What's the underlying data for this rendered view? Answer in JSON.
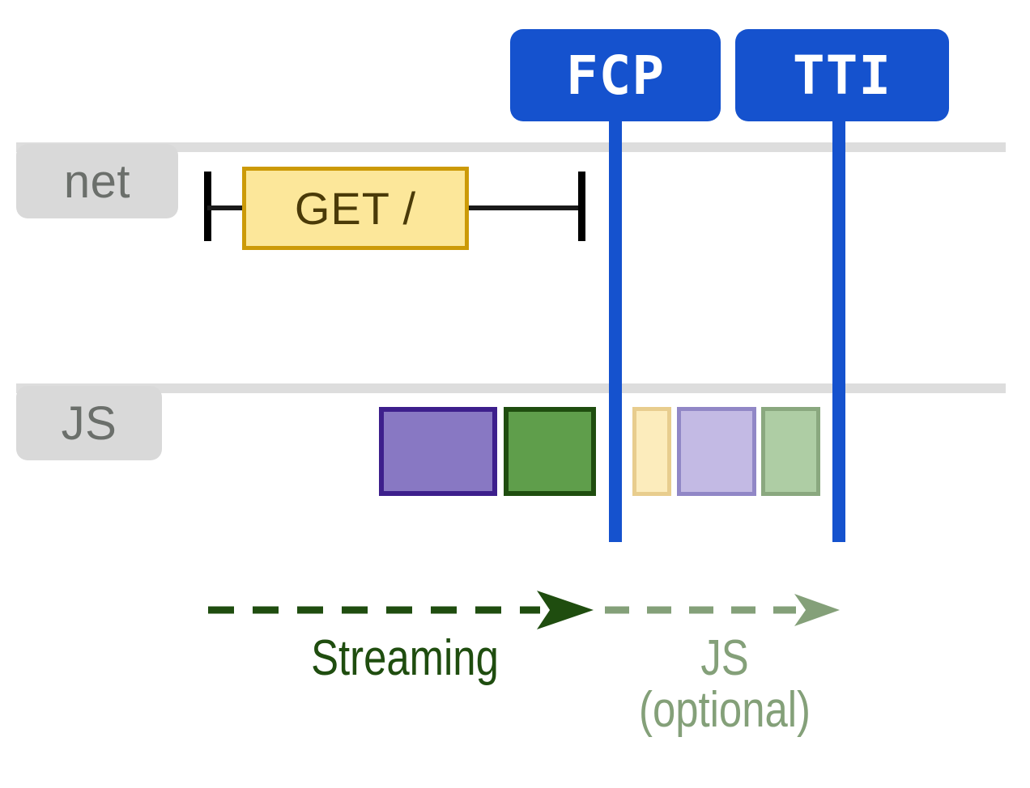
{
  "diagram": {
    "title_visible": false,
    "colors": {
      "marker_blue": "#1552ce",
      "rail_gray": "#dddddd",
      "pill_gray": "#d9d9d9",
      "pill_text": "#6b6f6b",
      "request_fill": "#fce79a",
      "request_border": "#cc9a08",
      "request_text": "#4a3a08",
      "whisker_black": "#000000",
      "js_purple_fill": "#8878c3",
      "js_purple_border": "#3d1f8c",
      "js_green_fill": "#5f9e4b",
      "js_green_border": "#1f4d0f",
      "js_faded_yellow_fill": "#fcecbc",
      "js_faded_yellow_border": "#e8cd8e",
      "js_faded_purple_fill": "#c3bae4",
      "js_faded_purple_border": "#9187c6",
      "js_faded_green_fill": "#aecda4",
      "js_faded_green_border": "#8aa87f",
      "streaming_green": "#1f4d0f",
      "js_optional_green": "#84a079"
    },
    "markers": [
      {
        "id": "fcp",
        "label": "FCP"
      },
      {
        "id": "tti",
        "label": "TTI"
      }
    ],
    "lanes": [
      {
        "id": "net",
        "label": "net",
        "entries": [
          {
            "id": "request",
            "label": "GET /",
            "kind": "network-request"
          }
        ]
      },
      {
        "id": "js",
        "label": "JS",
        "entries": [
          {
            "id": "task-0",
            "label": "",
            "kind": "task",
            "state": "solid",
            "color": "purple"
          },
          {
            "id": "task-1",
            "label": "",
            "kind": "task",
            "state": "solid",
            "color": "green"
          },
          {
            "id": "task-2",
            "label": "",
            "kind": "task",
            "state": "faded",
            "color": "yellow"
          },
          {
            "id": "task-3",
            "label": "",
            "kind": "task",
            "state": "faded",
            "color": "purple"
          },
          {
            "id": "task-4",
            "label": "",
            "kind": "task",
            "state": "faded",
            "color": "green"
          }
        ]
      }
    ],
    "phases": [
      {
        "id": "streaming",
        "caption": "Streaming",
        "state": "active"
      },
      {
        "id": "js-optional",
        "caption": "JS\n(optional)",
        "state": "faded"
      }
    ]
  }
}
